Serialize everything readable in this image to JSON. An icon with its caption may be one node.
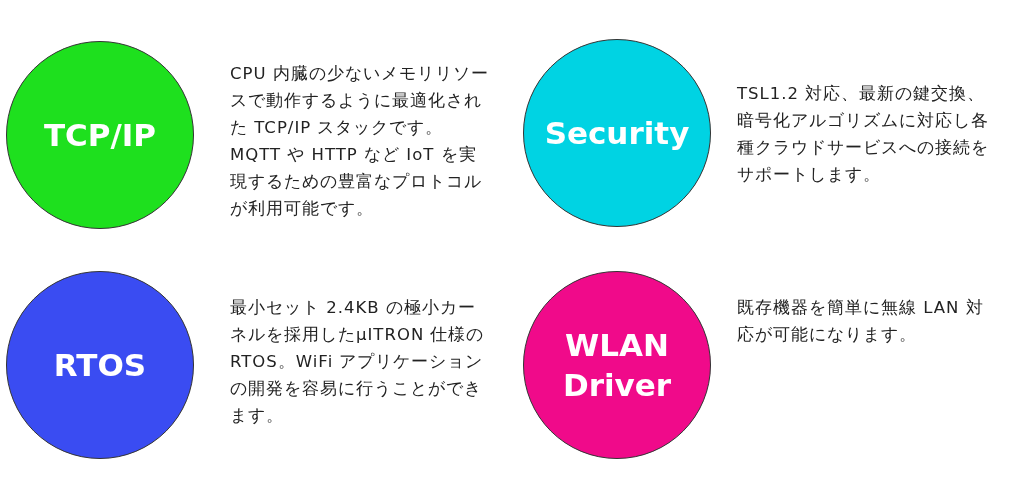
{
  "diagram": {
    "nodes": [
      {
        "text": [
          "TCP/IP"
        ],
        "beside": [
          "CPU 内臓の少ないメモリリソースで動作するように最適化された TCP/IP スタックです。MQTT や HTTP など IoT を実現するための豊富なプロトコルが利用可能です。"
        ]
      },
      {
        "text": [
          "Security"
        ],
        "beside": [
          "TSL1.2 対応、最新の鍵交換、暗号化アルゴリズムに対応し各種クラウドサービスへの接続をサポートします。"
        ]
      },
      {
        "text": [
          "RTOS"
        ],
        "beside": [
          "最小セット 2.4KB の極小カーネルを採用したμITRON 仕様の RTOS。WiFi アプリケーションの開発を容易に行うことができます。"
        ]
      },
      {
        "text": [
          "WLAN Driver"
        ],
        "beside": [
          "既存機器を簡単に無線 LAN 対応が可能になります。"
        ]
      }
    ]
  }
}
